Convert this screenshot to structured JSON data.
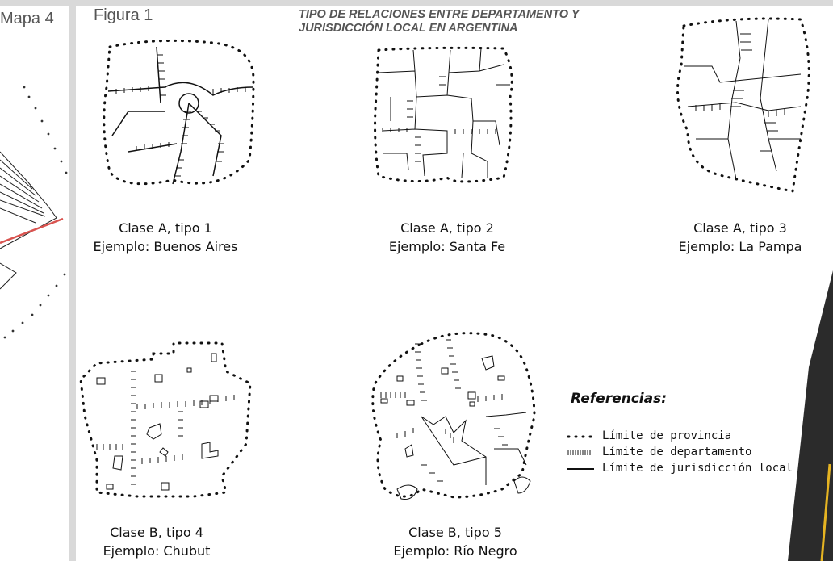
{
  "left_panel": {
    "label": "Mapa 4"
  },
  "figure": {
    "label": "Figura 1",
    "title_line1": "TIPO DE RELACIONES ENTRE  DEPARTAMENTO Y",
    "title_line2": "JURISDICCIÓN  LOCAL EN ARGENTINA"
  },
  "diagrams": [
    {
      "class_line": "Clase A, tipo 1",
      "example_line": "Ejemplo: Buenos Aires"
    },
    {
      "class_line": "Clase A, tipo 2",
      "example_line": "Ejemplo: Santa Fe"
    },
    {
      "class_line": "Clase A, tipo 3",
      "example_line": "Ejemplo: La Pampa"
    },
    {
      "class_line": "Clase B, tipo 4",
      "example_line": "Ejemplo: Chubut"
    },
    {
      "class_line": "Clase B, tipo 5",
      "example_line": "Ejemplo: Río Negro"
    }
  ],
  "legend": {
    "title": "Referencias:",
    "items": [
      {
        "symbol": "dotted-line",
        "label": "Límite de provincia"
      },
      {
        "symbol": "hatched-line",
        "label": "Límite de departamento"
      },
      {
        "symbol": "solid-line",
        "label": "Límite de jurisdicción local"
      }
    ]
  },
  "colors": {
    "background": "#d9d9d9",
    "panel": "#ffffff",
    "accent_red": "#d9534f",
    "accent_gold": "#e6b422",
    "dark": "#2b2b2b"
  }
}
